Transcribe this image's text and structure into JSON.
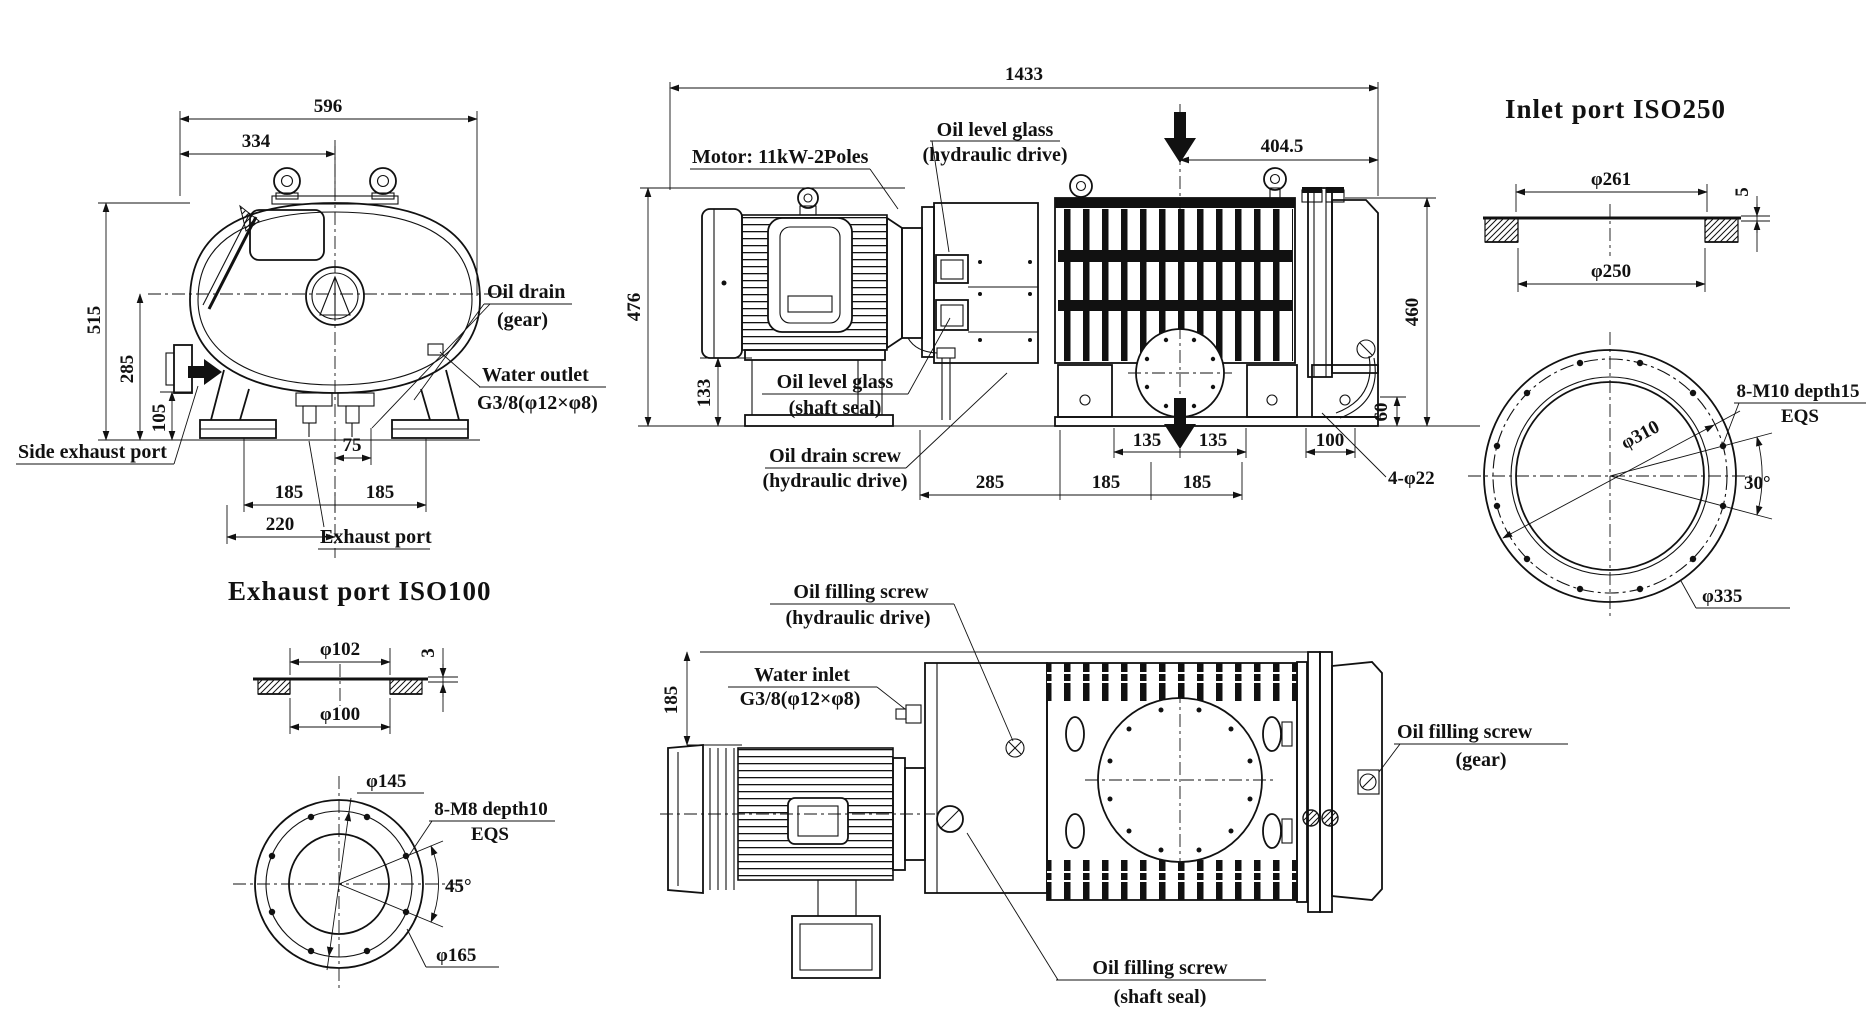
{
  "front": {
    "dims": {
      "overall_width": "596",
      "half_width": "334",
      "overall_height": "515",
      "center_height": "285",
      "port_height": "105",
      "drain_offset": "75",
      "foot_span_left": "185",
      "foot_span_right": "185",
      "base_span": "220"
    },
    "labels": {
      "side_exhaust_port": "Side exhaust port",
      "exhaust_port": "Exhaust port",
      "oil_drain_line1": "Oil drain",
      "oil_drain_line2": "(gear)",
      "water_outlet_line1": "Water outlet",
      "water_outlet_line2": "G3/8(φ12×φ8)"
    }
  },
  "side": {
    "dims": {
      "overall_length": "1433",
      "inlet_offset": "404.5",
      "motor_height": "476",
      "motor_base_height": "133",
      "pump_height": "460",
      "base_height": "60",
      "foot_135_left": "135",
      "foot_135_right": "135",
      "foot_100": "100",
      "span_285": "285",
      "span_185_left": "185",
      "span_185_right": "185",
      "foot_holes": "4-φ22"
    },
    "labels": {
      "motor": "Motor: 11kW-2Poles",
      "oil_level_glass_hyd_line1": "Oil level glass",
      "oil_level_glass_hyd_line2": "(hydraulic drive)",
      "oil_level_glass_shaft_line1": "Oil level glass",
      "oil_level_glass_shaft_line2": "(shaft seal)",
      "oil_drain_screw_line1": "Oil drain screw",
      "oil_drain_screw_line2": "(hydraulic drive)"
    }
  },
  "inlet": {
    "title": "Inlet port ISO250",
    "dims": {
      "recess_dia": "φ261",
      "bore_dia": "φ250",
      "recess_depth": "5",
      "bolt_circle_dia": "φ310",
      "outer_dia": "φ335",
      "hole_angle": "30°",
      "holes_line1": "8-M10 depth15",
      "holes_line2": "EQS"
    }
  },
  "exhaust": {
    "title": "Exhaust port ISO100",
    "dims": {
      "recess_dia": "φ102",
      "bore_dia": "φ100",
      "recess_depth": "3",
      "bolt_circle_dia": "φ145",
      "outer_dia": "φ165",
      "hole_angle": "45°",
      "holes_line1": "8-M8 depth10",
      "holes_line2": "EQS"
    }
  },
  "plan": {
    "dims": {
      "water_inlet_offset": "185"
    },
    "labels": {
      "oil_fill_hyd_line1": "Oil filling screw",
      "oil_fill_hyd_line2": "(hydraulic drive)",
      "water_inlet_line1": "Water inlet",
      "water_inlet_line2": "G3/8(φ12×φ8)",
      "oil_fill_gear_line1": "Oil filling screw",
      "oil_fill_gear_line2": "(gear)",
      "oil_fill_shaft_line1": "Oil filling screw",
      "oil_fill_shaft_line2": "(shaft seal)"
    }
  },
  "colors": {
    "ink": "#111111",
    "paper": "#ffffff"
  }
}
